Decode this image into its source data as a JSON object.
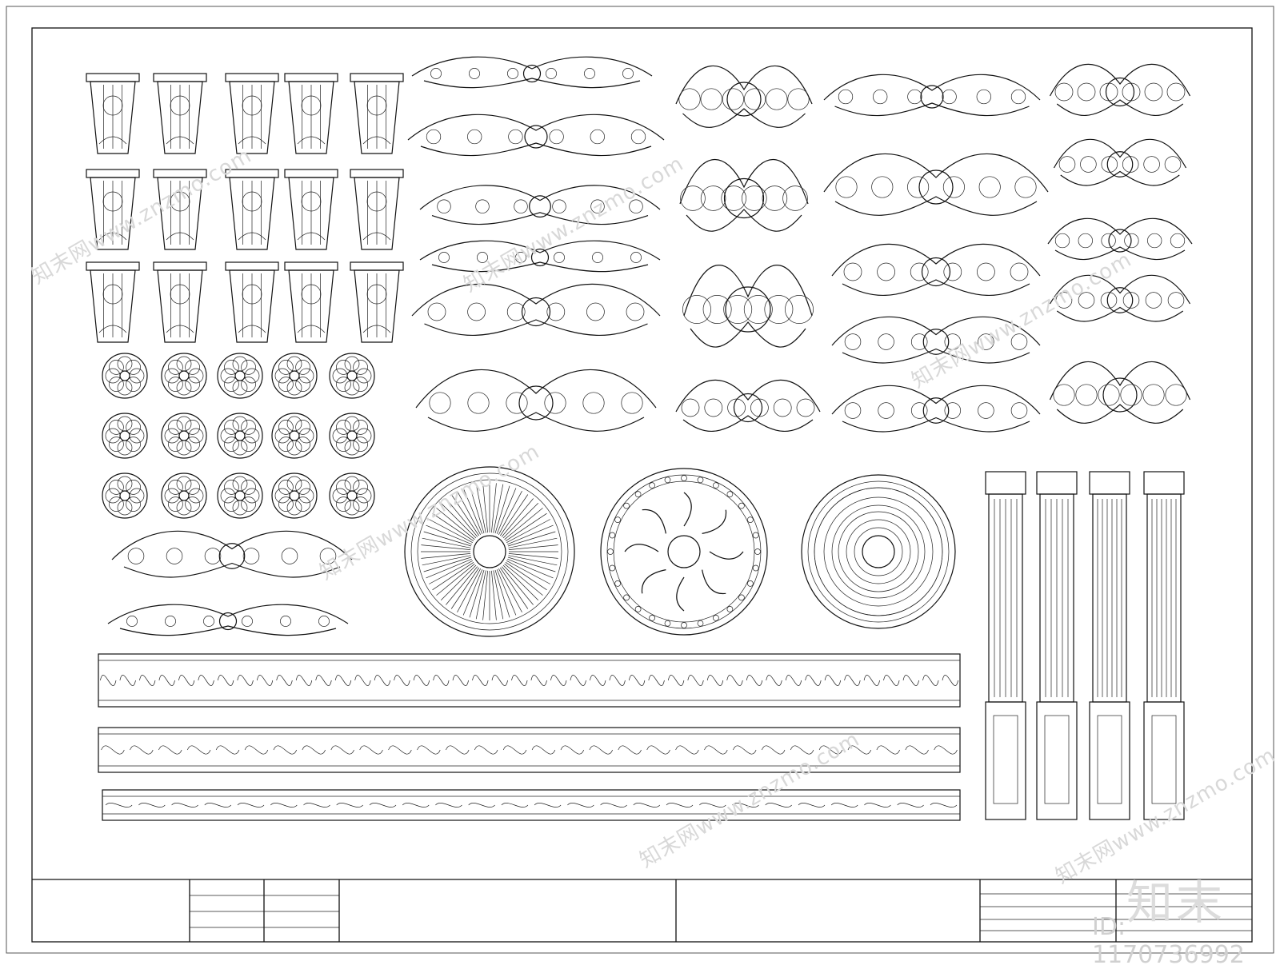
{
  "watermark": {
    "logo_text": "知末",
    "id_text": "ID: 1170736992",
    "site_text": "知末网www.znzmo.com"
  },
  "colors": {
    "line": "#111111",
    "background": "#ffffff",
    "watermark": "#d8d8d8"
  }
}
